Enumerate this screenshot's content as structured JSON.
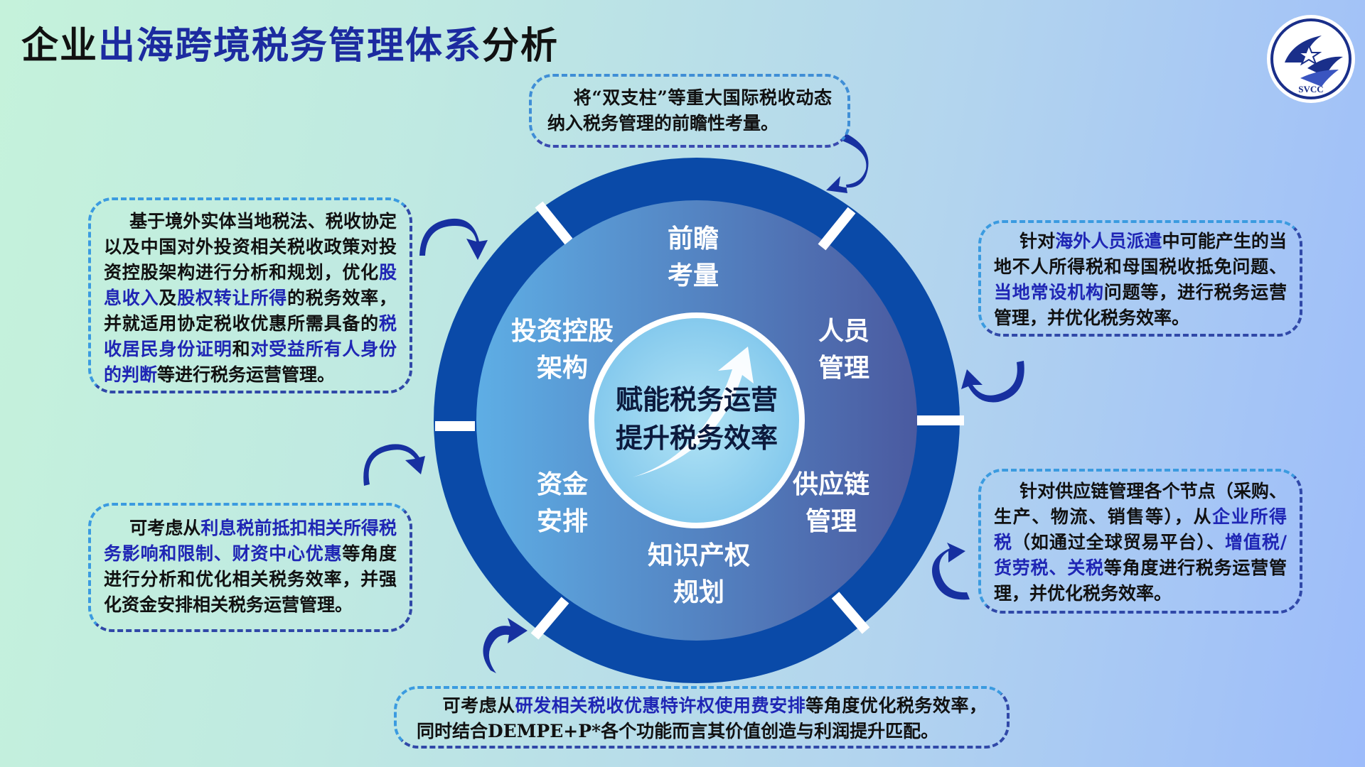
{
  "title": {
    "plain_start": "企业",
    "highlight": "出海跨境税务管理体系",
    "plain_end": "分析"
  },
  "logo": {
    "text": "SVCC"
  },
  "center": {
    "line1": "赋能税务运营",
    "line2": "提升税务效率"
  },
  "segments": {
    "forward": {
      "line1": "前瞻",
      "line2": "考量"
    },
    "personnel": {
      "line1": "人员",
      "line2": "管理"
    },
    "supply_chain": {
      "line1": "供应链",
      "line2": "管理"
    },
    "ip": {
      "line1": "知识产权",
      "line2": "规划"
    },
    "funds": {
      "line1": "资金",
      "line2": "安排"
    },
    "holding": {
      "line1": "投资控股",
      "line2": "架构"
    }
  },
  "boxes": {
    "top": {
      "text": "将“双支柱”等重大国际税收动态纳入税务管理的前瞻性考量。"
    },
    "left1": {
      "t1": "基于境外实体当地税法、税收协定以及中国对外投资相关税收政策对投资控股架构进行分析和规划，优化",
      "h1": "股息收入",
      "t2": "及",
      "h2": "股权转让所得",
      "t3": "的税务效率，并就适用协定税收优惠所需具备的",
      "h3": "税收居民身份证明",
      "t4": "和",
      "h4": "对受益所有人身份的判断",
      "t5": "等进行税务运营管理。"
    },
    "left2": {
      "t1": "可考虑从",
      "h1": "利息税前抵扣相关所得税务影响和限制、财资中心优惠",
      "t2": "等角度进行分析和优化相关税务效率，并强化资金安排相关税务运营管理。"
    },
    "right1": {
      "t1": "针对",
      "h1": "海外人员派遣",
      "t2": "中可能产生的当地不人所得税和母国税收抵免问题、",
      "h2": "当地常设机构",
      "t3": "问题等，进行税务运营管理，并优化税务效率。"
    },
    "right2": {
      "t1": "针对供应链管理各个节点（采购、生产、物流、销售等），从",
      "h1": "企业所得税",
      "t2": "（如通过全球贸易平台）、",
      "h2": "增值税/货劳税、关税",
      "t3": "等角度进行税务运营管理，并优化税务效率。"
    },
    "bottom": {
      "t1": "可考虑从",
      "h1": "研发相关税收优惠特许权使用费安排",
      "t2": "等角度优化税务效率，同时结合DEMPE+P*各个功能而言其价值创造与利润提升匹配。"
    }
  },
  "colors": {
    "ring_dark": "#0a4aa8",
    "highlight_text": "#1f26b5",
    "title_highlight": "#1c2ba0",
    "arrow": "#1730a0"
  }
}
